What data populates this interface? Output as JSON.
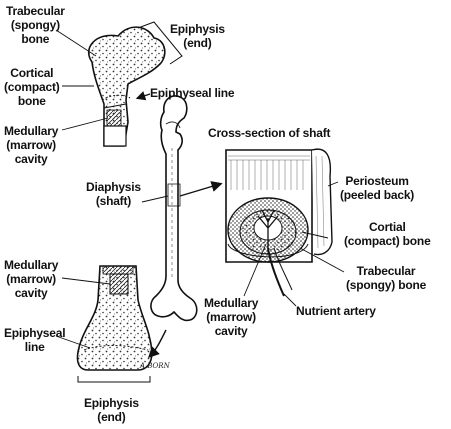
{
  "labels": {
    "trabecular_top": [
      "Trabecular",
      "(spongy)",
      "bone"
    ],
    "epiphysis_top": [
      "Epiphysis",
      "(end)"
    ],
    "cortical_top": [
      "Cortical",
      "(compact)",
      "bone"
    ],
    "epiphyseal_line_top": [
      "Epiphyseal line"
    ],
    "medullary_top": [
      "Medullary",
      "(marrow)",
      "cavity"
    ],
    "cross_section_title": [
      "Cross-section of shaft"
    ],
    "diaphysis": [
      "Diaphysis",
      "(shaft)"
    ],
    "periosteum": [
      "Periosteum",
      "(peeled back)"
    ],
    "cortial_compact": [
      "Cortial",
      "(compact) bone"
    ],
    "trabecular_right": [
      "Trabecular",
      "(spongy) bone"
    ],
    "medullary_bottom_left": [
      "Medullary",
      "(marrow)",
      "cavity"
    ],
    "medullary_center": [
      "Medullary",
      "(marrow)",
      "cavity"
    ],
    "nutrient_artery": [
      "Nutrient artery"
    ],
    "epiphyseal_line_bottom": [
      "Epiphyseal",
      "line"
    ],
    "epiphysis_bottom": [
      "Epiphysis",
      "(end)"
    ]
  },
  "signature": "A.BORN"
}
